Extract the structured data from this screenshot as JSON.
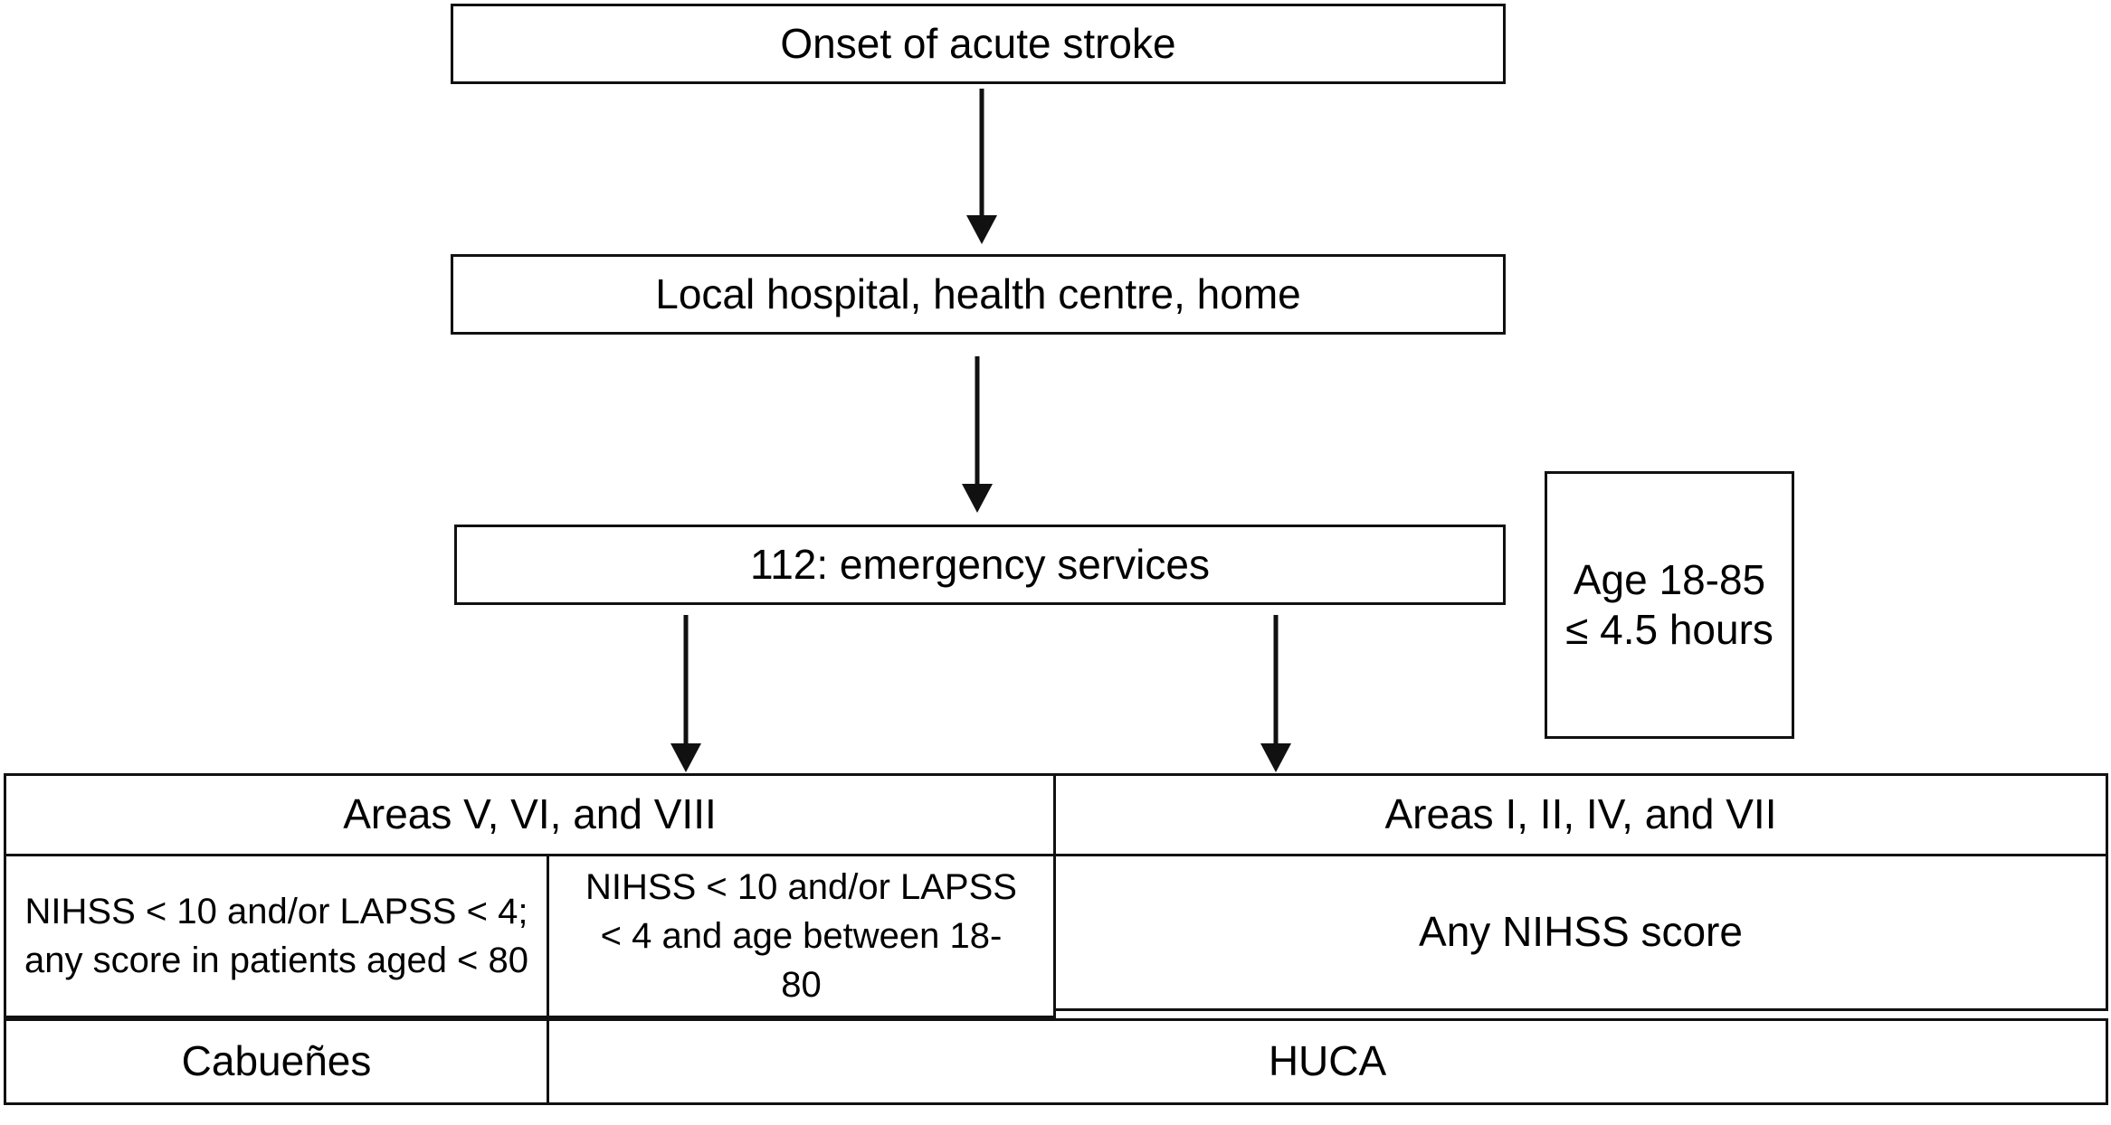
{
  "flow": {
    "onset": "Onset of acute stroke",
    "local": "Local hospital, health centre, home",
    "emergency": "112: emergency services"
  },
  "criteria": {
    "line1": "Age 18-85",
    "line2": "≤ 4.5 hours"
  },
  "left_group": {
    "header": "Areas V, VI, and VIII",
    "cond_a": "NIHSS < 10 and/or LAPSS < 4; any score in patients aged < 80",
    "cond_b": "NIHSS < 10 and/or LAPSS < 4 and age between 18-80"
  },
  "right_group": {
    "header": "Areas I, II, IV, and VII",
    "cond": "Any NIHSS score"
  },
  "hospitals": {
    "left": "Cabueñes",
    "right": "HUCA"
  }
}
